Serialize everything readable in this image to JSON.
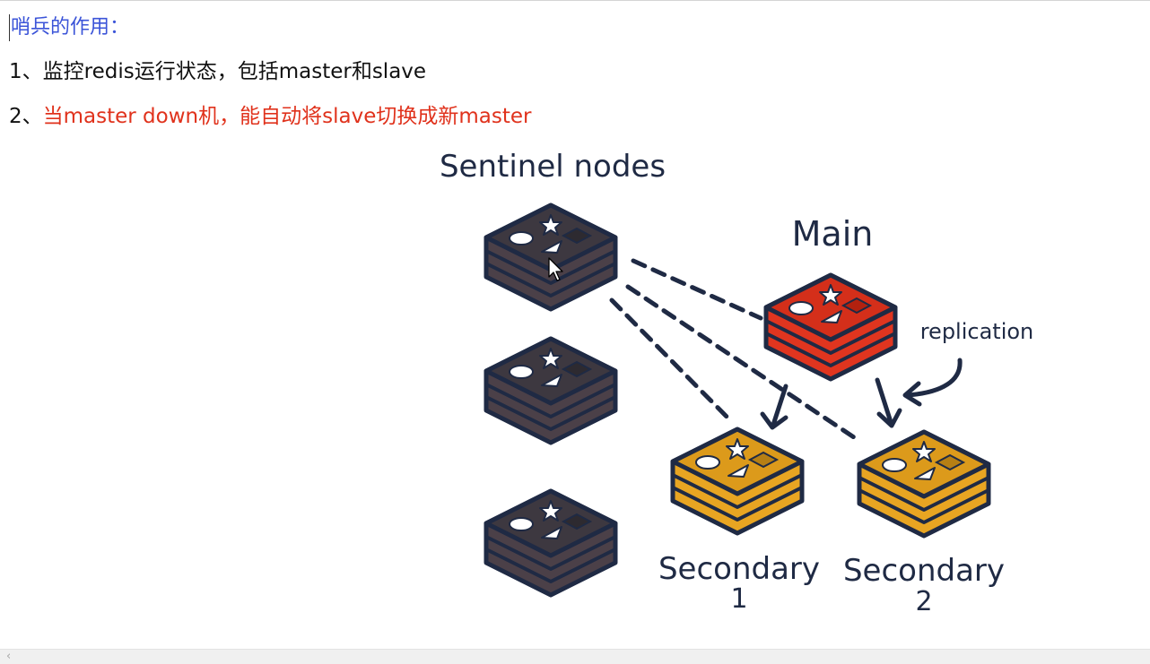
{
  "heading": "哨兵的作用：",
  "points": [
    {
      "num": "1、",
      "text": "监控redis运行状态，包括master和slave"
    },
    {
      "num": "2、",
      "text": "当master down机，能自动将slave切换成新master"
    }
  ],
  "diagram": {
    "sentinel_label": "Sentinel nodes",
    "main_label": "Main",
    "replication_label": "replication",
    "secondary_label": "Secondary",
    "secondary_1_number": "1",
    "secondary_2_number": "2"
  },
  "colors": {
    "heading": "#3b54d8",
    "highlight_text": "#e0321c",
    "sentinel": "#4b4048",
    "main": "#e0351f",
    "secondary": "#e8a522",
    "outline": "#1f2a44"
  },
  "scrollbar": {
    "left_arrow": "‹"
  }
}
